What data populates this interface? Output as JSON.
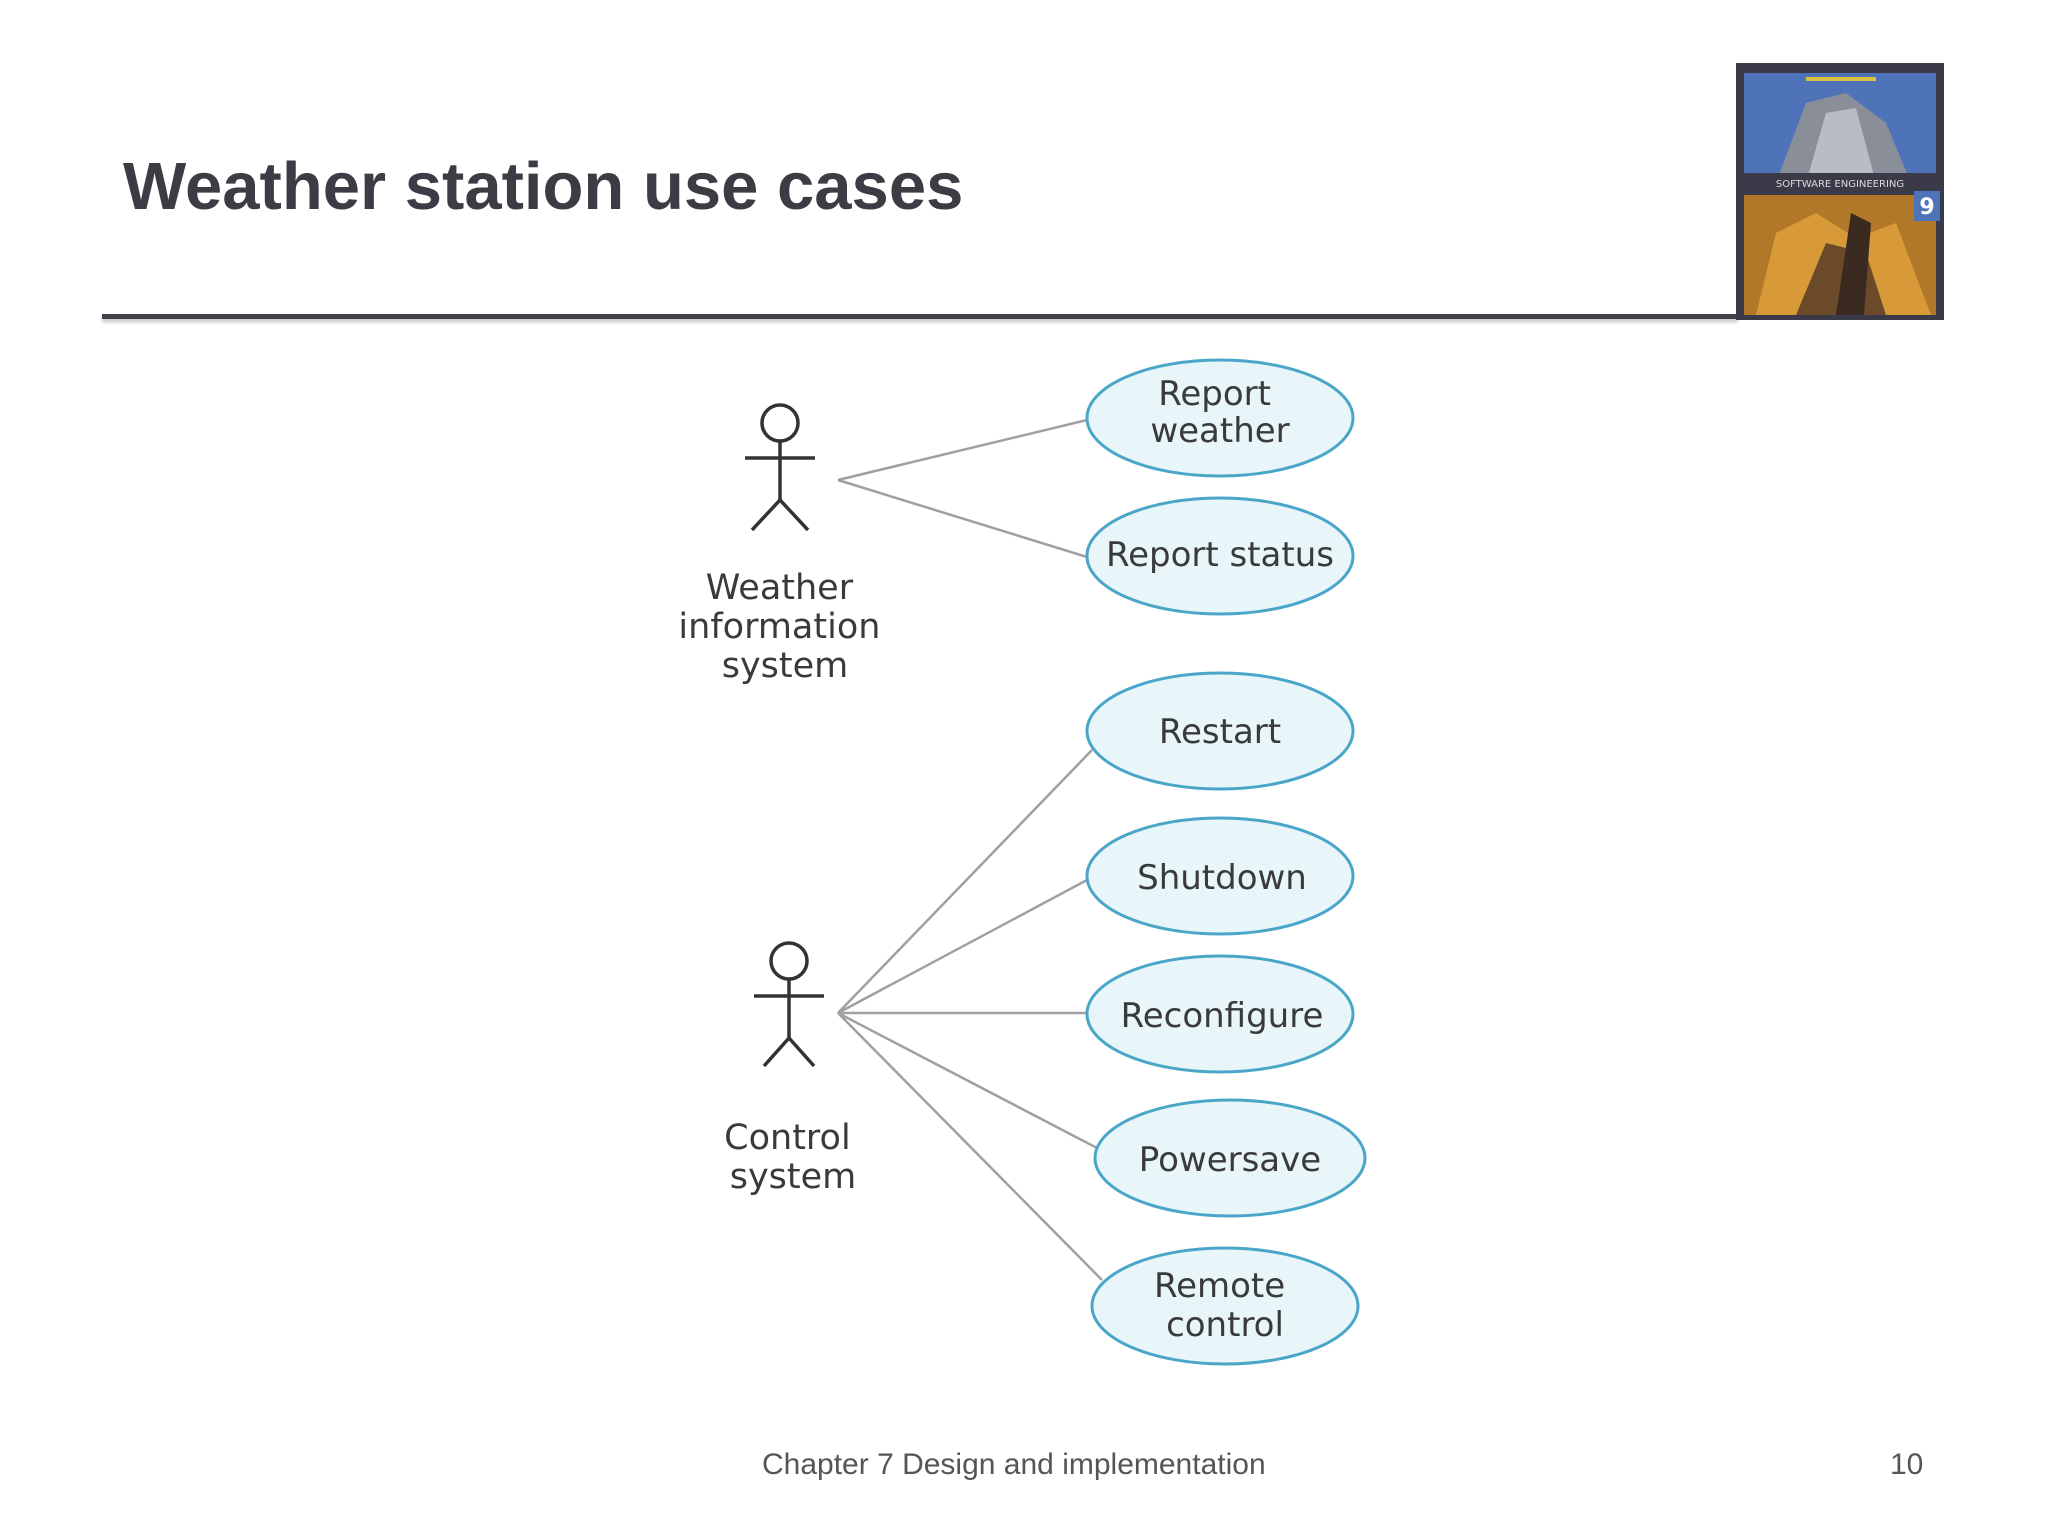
{
  "slide": {
    "title": "Weather station use cases",
    "footer_text": "Chapter 7 Design and implementation",
    "page_number": "10"
  },
  "book_cover": {
    "title": "SOFTWARE ENGINEERING",
    "edition": "9"
  },
  "actors": [
    {
      "label_lines": [
        "Weather",
        "information",
        "system"
      ]
    },
    {
      "label_lines": [
        "Control",
        "system"
      ]
    }
  ],
  "use_cases": [
    {
      "lines": [
        "Report",
        "weather"
      ]
    },
    {
      "lines": [
        "Report status"
      ]
    },
    {
      "lines": [
        "Restart"
      ]
    },
    {
      "lines": [
        "Shutdown"
      ]
    },
    {
      "lines": [
        "Reconfigure"
      ]
    },
    {
      "lines": [
        "Powersave"
      ]
    },
    {
      "lines": [
        "Remote",
        "control"
      ]
    }
  ],
  "colors": {
    "ellipse_fill": "#e8f6fa",
    "ellipse_stroke": "#4aa6c8",
    "line": "#a0a0a0",
    "title": "#3d3c44"
  }
}
